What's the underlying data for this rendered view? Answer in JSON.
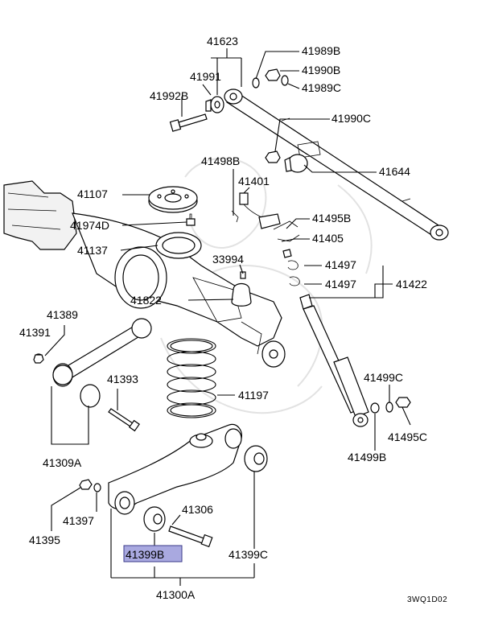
{
  "labels": {
    "p41623": "41623",
    "p41989B": "41989B",
    "p41990B": "41990B",
    "p41991": "41991",
    "p41989C": "41989C",
    "p41992B": "41992B",
    "p41990C": "41990C",
    "p41498B": "41498B",
    "p41644": "41644",
    "p41107": "41107",
    "p41401": "41401",
    "p41974D": "41974D",
    "p41495B": "41495B",
    "p41405": "41405",
    "p41137": "41137",
    "p33994": "33994",
    "p41497a": "41497",
    "p41497b": "41497",
    "p41422": "41422",
    "p41822": "41822",
    "p41389": "41389",
    "p41391": "41391",
    "p41393": "41393",
    "p41197": "41197",
    "p41499C": "41499C",
    "p41495C": "41495C",
    "p41309A": "41309A",
    "p41499B": "41499B",
    "p41306": "41306",
    "p41397": "41397",
    "p41395": "41395",
    "p41399B": "41399B",
    "p41399C": "41399C",
    "p41300A": "41300A"
  },
  "diagram_code": "3WQ1D02",
  "highlight_color": "#a9a9e0"
}
